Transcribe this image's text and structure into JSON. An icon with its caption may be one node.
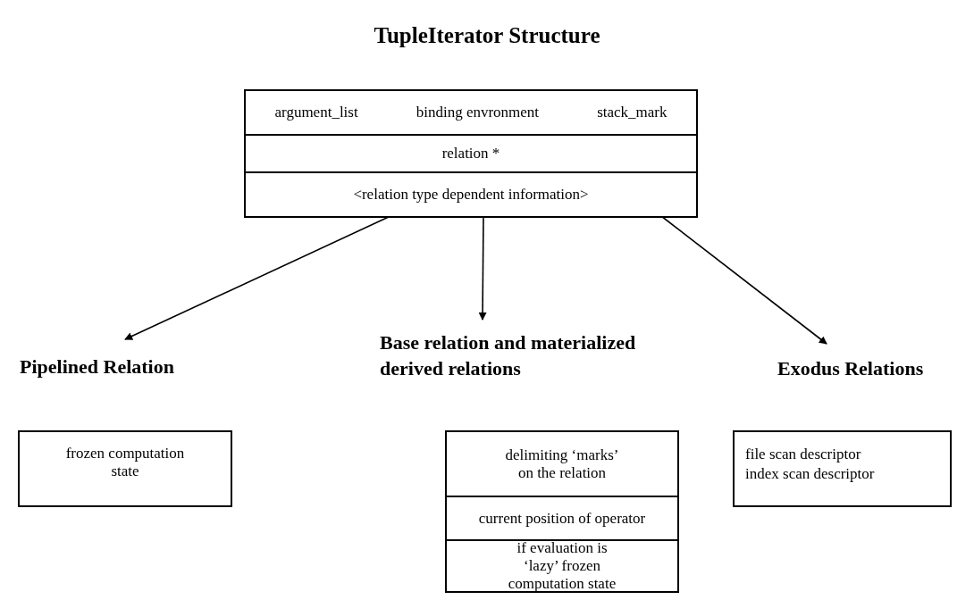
{
  "diagram": {
    "title": "TupleIterator Structure",
    "nodes": [
      {
        "text": [],
        "shape": "box"
      },
      {
        "text": [
          "argument_list",
          "binding envronment",
          "stack_mark"
        ],
        "in": 0
      },
      {
        "text": [
          "relation *"
        ],
        "in": 0
      },
      {
        "text": [
          "<relation type dependent information>"
        ],
        "in": 0
      },
      {
        "text": [
          "Pipelined Relation"
        ]
      },
      {
        "text": [
          "Base relation and materialized derived relations"
        ]
      },
      {
        "text": [
          "Exodus Relations"
        ]
      },
      {
        "text": [
          "frozen computation state"
        ]
      },
      {
        "text": [],
        "shape": "box"
      },
      {
        "text": [
          "delimiting ‘marks’ on the relation"
        ],
        "in": 8
      },
      {
        "text": [
          "current position of operator"
        ],
        "in": 8
      },
      {
        "text": [
          "if evaluation is ‘lazy’ frozen computation state"
        ],
        "in": 8
      },
      {
        "text": [
          "file scan descriptor",
          "index scan descriptor"
        ]
      }
    ],
    "edges": [
      {
        "from": 3,
        "to": 4,
        "arrow": "to"
      },
      {
        "from": 3,
        "to": 5,
        "arrow": "to"
      },
      {
        "from": 3,
        "to": 6,
        "arrow": "to"
      }
    ]
  }
}
